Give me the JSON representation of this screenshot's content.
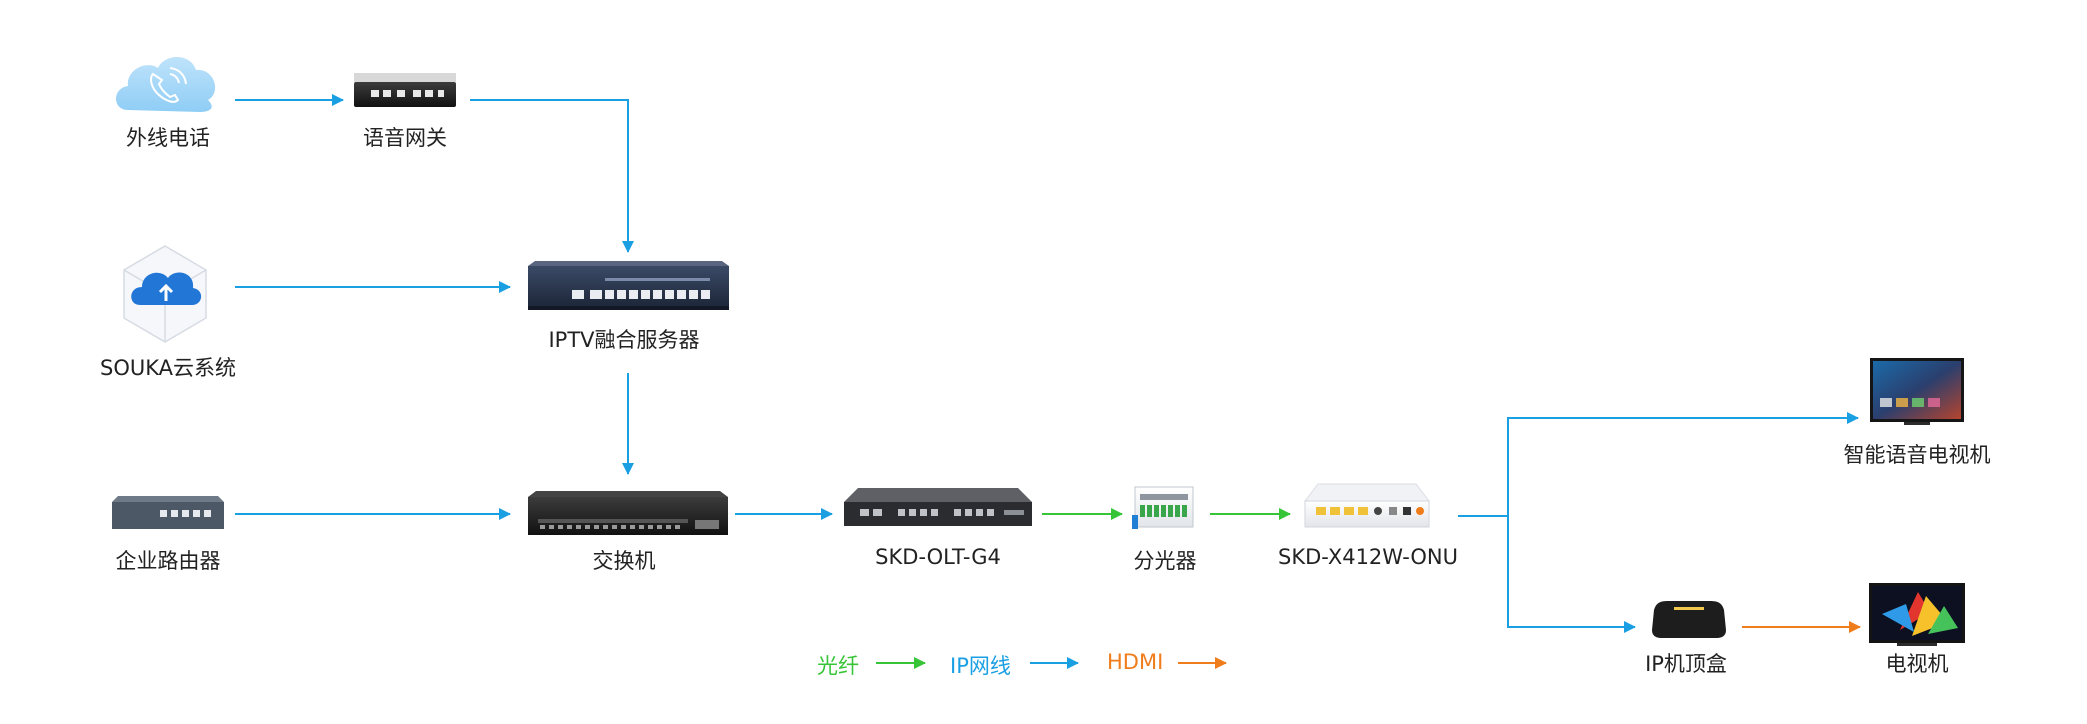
{
  "colors": {
    "fiber": "#37c437",
    "ip": "#1a9fe3",
    "hdmi": "#f07d1b",
    "label": "#222222"
  },
  "nodes": {
    "phone": {
      "label": "外线电话",
      "icon": "cloud-phone-icon"
    },
    "voice_gateway": {
      "label": "语音网关",
      "icon": "voice-gateway-icon"
    },
    "cloud_system": {
      "label": "SOUKA云系统",
      "icon": "cloud-system-icon"
    },
    "iptv_server": {
      "label": "IPTV融合服务器",
      "icon": "iptv-server-icon"
    },
    "router": {
      "label": "企业路由器",
      "icon": "router-icon"
    },
    "switch": {
      "label": "交换机",
      "icon": "switch-icon"
    },
    "olt": {
      "label": "SKD-OLT-G4",
      "icon": "olt-icon"
    },
    "splitter": {
      "label": "分光器",
      "icon": "splitter-icon"
    },
    "onu": {
      "label": "SKD-X412W-ONU",
      "icon": "onu-icon"
    },
    "smart_tv": {
      "label": "智能语音电视机",
      "icon": "smart-tv-icon"
    },
    "stb": {
      "label": "IP机顶盒",
      "icon": "set-top-box-icon"
    },
    "tv": {
      "label": "电视机",
      "icon": "tv-icon"
    }
  },
  "legend": {
    "fiber": "光纤",
    "ip": "IP网线",
    "hdmi": "HDMI"
  }
}
